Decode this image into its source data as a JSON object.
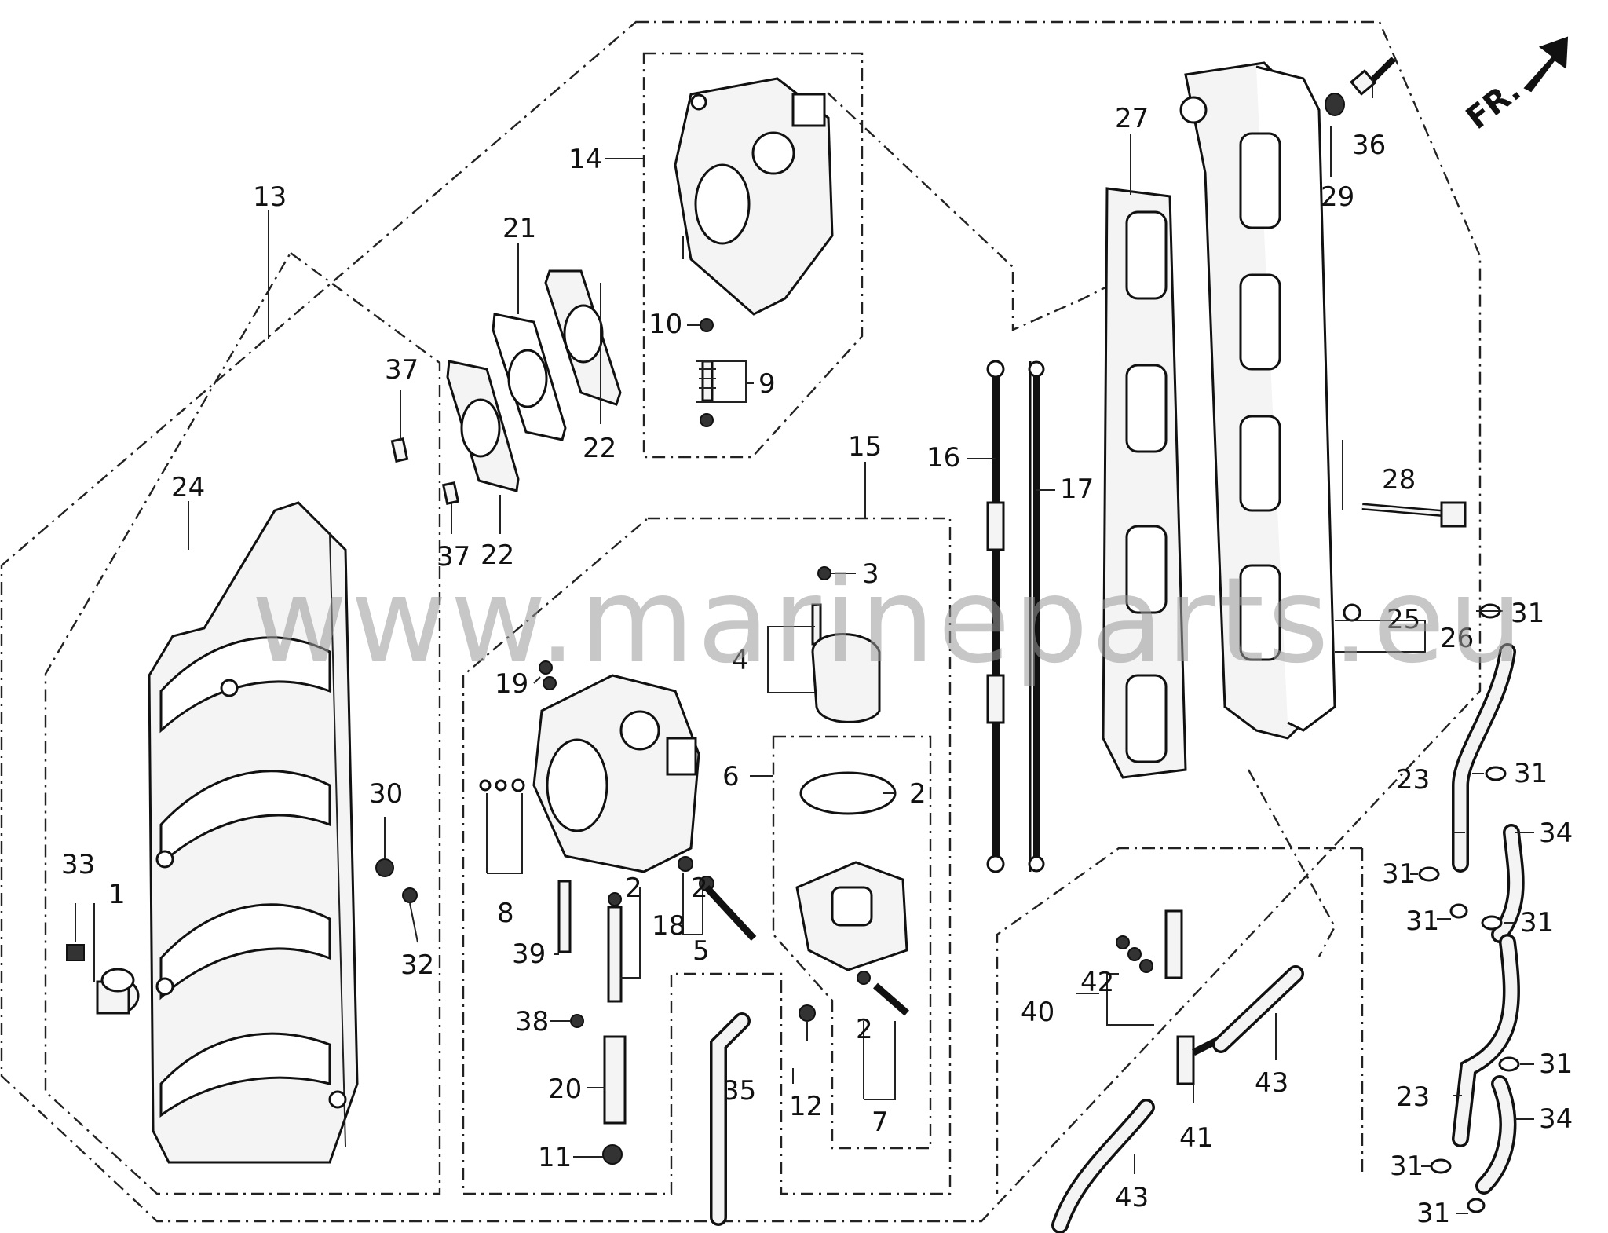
{
  "watermark": "www.marineparts.eu",
  "direction_marker": {
    "text": "FR.",
    "icon": "forward-arrow-icon"
  },
  "callouts": [
    {
      "n": "1"
    },
    {
      "n": "2"
    },
    {
      "n": "2"
    },
    {
      "n": "2"
    },
    {
      "n": "2"
    },
    {
      "n": "2"
    },
    {
      "n": "3"
    },
    {
      "n": "4"
    },
    {
      "n": "5"
    },
    {
      "n": "6"
    },
    {
      "n": "7"
    },
    {
      "n": "8"
    },
    {
      "n": "9"
    },
    {
      "n": "10"
    },
    {
      "n": "11"
    },
    {
      "n": "12"
    },
    {
      "n": "13"
    },
    {
      "n": "14"
    },
    {
      "n": "15"
    },
    {
      "n": "16"
    },
    {
      "n": "17"
    },
    {
      "n": "18"
    },
    {
      "n": "19"
    },
    {
      "n": "20"
    },
    {
      "n": "21"
    },
    {
      "n": "22"
    },
    {
      "n": "22"
    },
    {
      "n": "23"
    },
    {
      "n": "23"
    },
    {
      "n": "24"
    },
    {
      "n": "25"
    },
    {
      "n": "26"
    },
    {
      "n": "27"
    },
    {
      "n": "28"
    },
    {
      "n": "29"
    },
    {
      "n": "30"
    },
    {
      "n": "31"
    },
    {
      "n": "31"
    },
    {
      "n": "31"
    },
    {
      "n": "31"
    },
    {
      "n": "31"
    },
    {
      "n": "31"
    },
    {
      "n": "31"
    },
    {
      "n": "31"
    },
    {
      "n": "32"
    },
    {
      "n": "33"
    },
    {
      "n": "34"
    },
    {
      "n": "34"
    },
    {
      "n": "35"
    },
    {
      "n": "36"
    },
    {
      "n": "37"
    },
    {
      "n": "37"
    },
    {
      "n": "38"
    },
    {
      "n": "39"
    },
    {
      "n": "40"
    },
    {
      "n": "41"
    },
    {
      "n": "42"
    },
    {
      "n": "43"
    },
    {
      "n": "43"
    }
  ]
}
